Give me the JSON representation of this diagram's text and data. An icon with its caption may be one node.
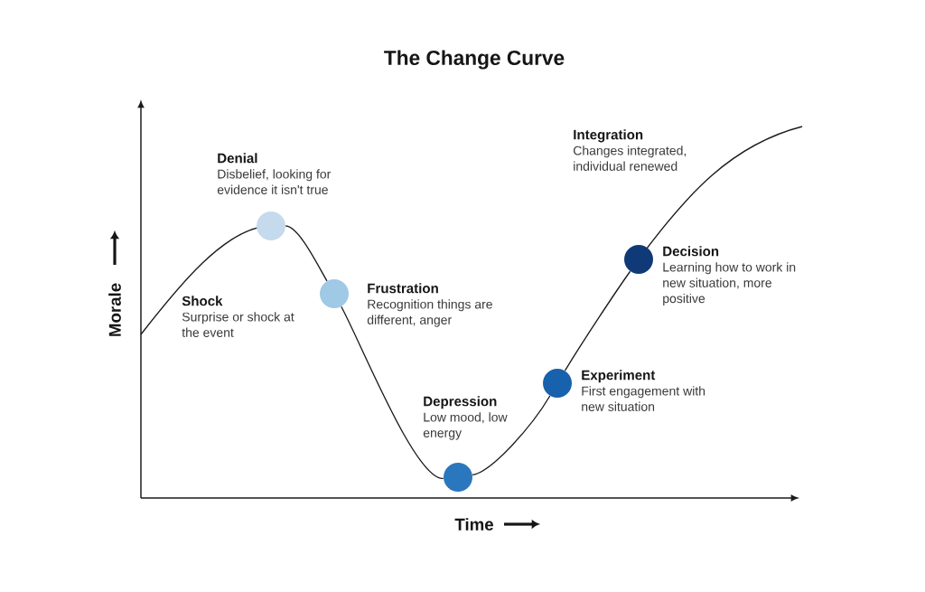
{
  "diagram": {
    "title": "The Change Curve",
    "nodes": [
      {
        "text": [],
        "shape": "circle",
        "beside": [
          "Denial",
          "Disbelief, looking for evidence it isn't true"
        ]
      },
      {
        "text": [],
        "shape": "circle",
        "beside": [
          "Frustration",
          "Recognition things are different, anger"
        ]
      },
      {
        "text": [],
        "shape": "circle",
        "beside": [
          "Depression",
          "Low mood, low energy"
        ]
      },
      {
        "text": [],
        "shape": "circle",
        "beside": [
          "Experiment",
          "First engagement with new situation"
        ]
      },
      {
        "text": [],
        "shape": "circle",
        "beside": [
          "Decision",
          "Learning how to work in new situation, more positive"
        ]
      }
    ],
    "edges": [
      {
        "from": 0,
        "to": 1,
        "arrow": "none"
      },
      {
        "from": 1,
        "to": 2,
        "arrow": "none"
      },
      {
        "from": 2,
        "to": 3,
        "arrow": "none"
      },
      {
        "from": 3,
        "to": 4,
        "arrow": "none"
      }
    ],
    "labels": [
      "Integration",
      "Changes integrated, individual renewed",
      "Morale",
      "Shock",
      "Surprise or shock at the event",
      "Time"
    ]
  }
}
